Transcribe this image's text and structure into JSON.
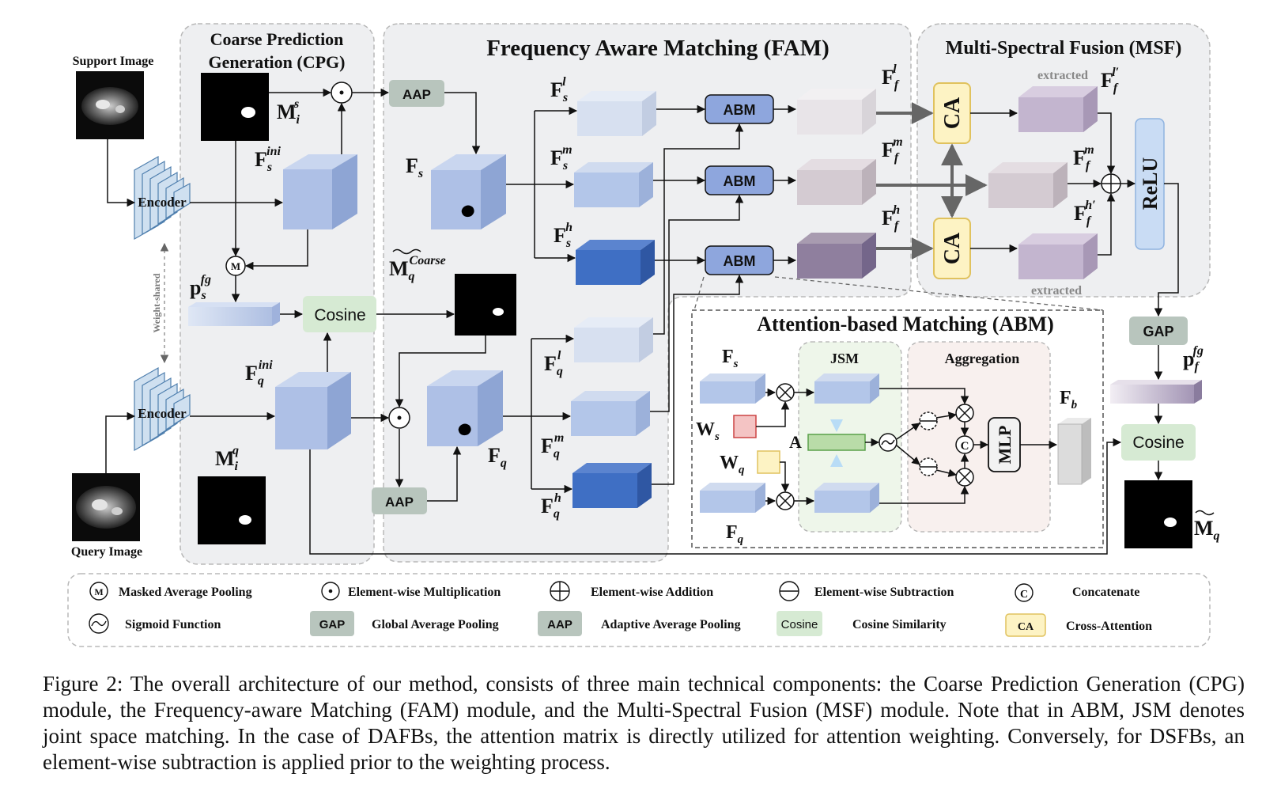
{
  "modules": {
    "cpg_title_line1": "Coarse Prediction",
    "cpg_title_line2": "Generation (CPG)",
    "fam_title": "Frequency Aware Matching (FAM)",
    "msf_title": "Multi-Spectral Fusion (MSF)",
    "abm_title": "Attention-based Matching (ABM)",
    "jsm_title": "JSM",
    "aggregation_title": "Aggregation"
  },
  "labels": {
    "support_image": "Support Image",
    "query_image": "Query Image",
    "encoder": "Encoder",
    "weight_shared": "Weight-shared",
    "cosine": "Cosine",
    "aap": "AAP",
    "abm": "ABM",
    "ca": "CA",
    "relu": "ReLU",
    "gap": "GAP",
    "mlp": "MLP",
    "extracted": "extracted",
    "masked_pool_symbol": "M",
    "concat_symbol": "C"
  },
  "symbols": {
    "M_s": "M",
    "M_s_sup": "s",
    "M_s_sub": "i",
    "M_q": "M",
    "M_q_sup": "q",
    "M_q_sub": "i",
    "F_s_ini": "F",
    "F_s_ini_sup": "ini",
    "F_s_ini_sub": "s",
    "F_q_ini": "F",
    "F_q_ini_sup": "ini",
    "F_q_ini_sub": "q",
    "p_s_fg": "p",
    "p_s_fg_sup": "fg",
    "p_s_fg_sub": "s",
    "M_coarse": "M",
    "M_coarse_sup": "Coarse",
    "M_coarse_sub": "q",
    "F_s": "F",
    "F_s_sub": "s",
    "F_q": "F",
    "F_q_sub": "q",
    "F_s_l": "F",
    "F_s_l_sup": "l",
    "F_s_l_sub": "s",
    "F_s_m": "F",
    "F_s_m_sup": "m",
    "F_s_m_sub": "s",
    "F_s_h": "F",
    "F_s_h_sup": "h",
    "F_s_h_sub": "s",
    "F_q_l": "F",
    "F_q_l_sup": "l",
    "F_q_l_sub": "q",
    "F_q_m": "F",
    "F_q_m_sup": "m",
    "F_q_m_sub": "q",
    "F_q_h": "F",
    "F_q_h_sup": "h",
    "F_q_h_sub": "q",
    "F_f_l": "F",
    "F_f_l_sup": "l",
    "F_f_l_sub": "f",
    "F_f_m": "F",
    "F_f_m_sup": "m",
    "F_f_m_sub": "f",
    "F_f_h": "F",
    "F_f_h_sup": "h",
    "F_f_h_sub": "f",
    "F_f_l2": "F",
    "F_f_l2_sup": "l′",
    "F_f_l2_sub": "f",
    "F_f_m2": "F",
    "F_f_m2_sup": "m",
    "F_f_m2_sub": "f",
    "F_f_h2": "F",
    "F_f_h2_sup": "h′",
    "F_f_h2_sub": "f",
    "p_f_fg": "p",
    "p_f_fg_sup": "fg",
    "p_f_fg_sub": "f",
    "M_q_final": "M",
    "M_q_final_sub": "q",
    "abm_F_s": "F",
    "abm_F_s_sub": "s",
    "abm_F_q": "F",
    "abm_F_q_sub": "q",
    "W_s": "W",
    "W_s_sub": "s",
    "W_q": "W",
    "W_q_sub": "q",
    "A": "A",
    "F_b": "F",
    "F_b_sub": "b"
  },
  "legend": [
    {
      "symbol": "M",
      "text": "Masked Average Pooling"
    },
    {
      "symbol": "⊙",
      "text": "Element-wise Multiplication"
    },
    {
      "symbol": "⊕",
      "text": "Element-wise Addition"
    },
    {
      "symbol": "⊖",
      "text": "Element-wise Subtraction"
    },
    {
      "symbol": "C",
      "text": "Concatenate"
    },
    {
      "symbol": "~",
      "text": "Sigmoid Function"
    },
    {
      "symbol": "GAP",
      "text": "Global Average Pooling"
    },
    {
      "symbol": "AAP",
      "text": "Adaptive Average Pooling"
    },
    {
      "symbol": "Cosine",
      "text": "Cosine Similarity"
    },
    {
      "symbol": "CA",
      "text": "Cross-Attention"
    }
  ],
  "caption": "Figure 2: The overall architecture of our method, consists of three main technical components: the Coarse Prediction Generation (CPG) module, the Frequency-aware Matching (FAM) module, and the Multi-Spectral Fusion (MSF) module. Note that in ABM, JSM denotes joint space matching. In the case of DAFBs, the attention matrix is directly utilized for attention weighting. Conversely, for DSFBs, an element-wise subtraction is applied prior to the weighting process.",
  "colors": {
    "module_bg": "#eeeff1",
    "abm_box": "#8ea6dd",
    "aap_box": "#b8c5bd",
    "cosine_box": "#d6ead3",
    "ca_box": "#fdf3c4",
    "relu_box": "#c9dcf4",
    "cube_light": "#aec4e6",
    "cube_dark": "#3f6fc4"
  }
}
